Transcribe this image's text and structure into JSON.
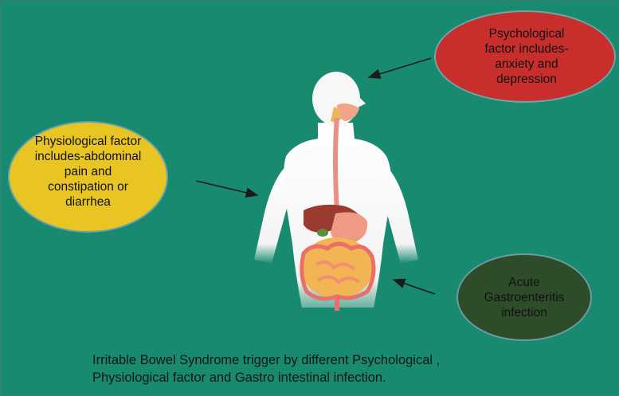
{
  "psychological": {
    "lines": [
      "Psychological",
      "factor includes-",
      "anxiety and",
      "depression"
    ],
    "color": "#c82f2c"
  },
  "physiological": {
    "lines": [
      "Physiological factor",
      "includes-abdominal",
      "pain and",
      "constipation or",
      "diarrhea"
    ],
    "color": "#e8c523"
  },
  "gastro": {
    "lines": [
      "Acute",
      "Gastroenteritis",
      "infection"
    ],
    "color": "#2e4c2a"
  },
  "caption": {
    "line1": "Irritable Bowel Syndrome trigger by different Psychological ,",
    "line2": "Physiological factor and Gastro intestinal infection."
  },
  "background_color": "#178a6f",
  "figure_icon": "human-digestive-system-icon"
}
